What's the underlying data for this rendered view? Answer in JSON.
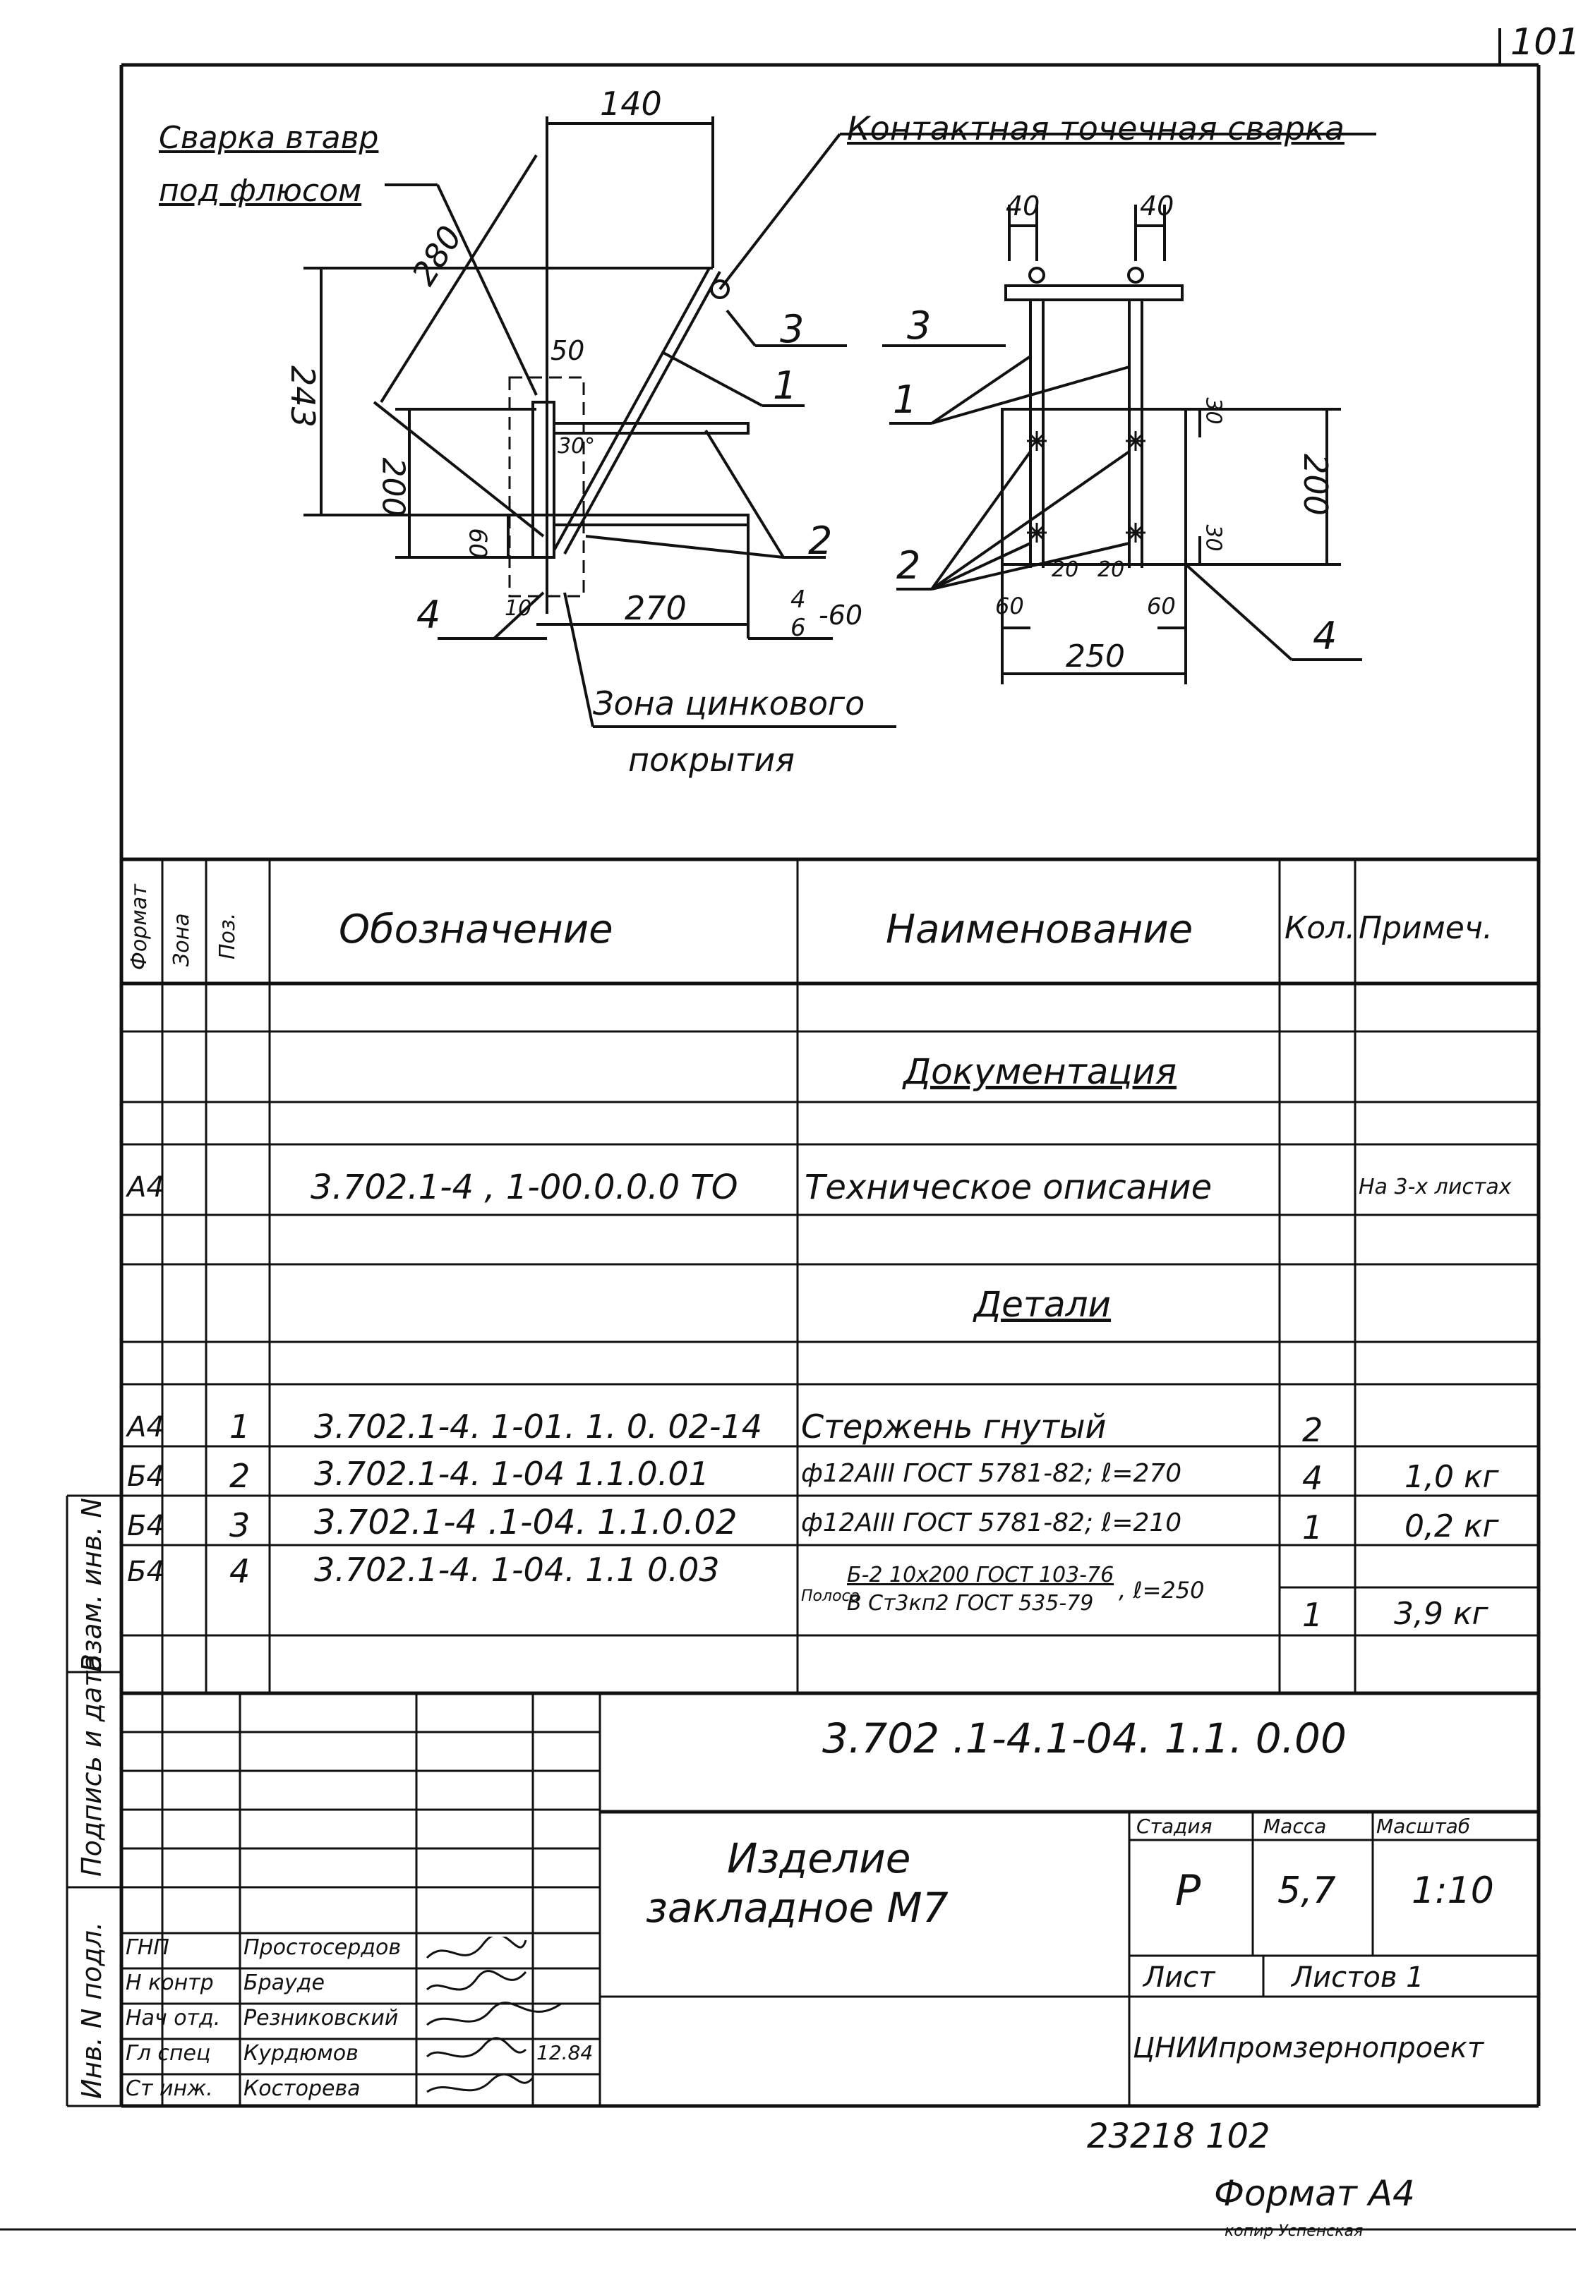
{
  "sheet_corner": "101",
  "drawing": {
    "weld_tee_label_1": "Сварка втавр",
    "weld_tee_label_2": "под флюсом",
    "spot_weld_label": "Контактная точечная сварка",
    "zinc_zone_1": "Зона цинкового",
    "zinc_zone_2": "покрытия",
    "dims": {
      "d140": "140",
      "d280": "280",
      "d243": "243",
      "d200": "200",
      "d50": "50",
      "d30deg": "30°",
      "d60": "60",
      "d10": "10",
      "d270": "270",
      "ref_frac_top": "4",
      "ref_frac_bottom": "6",
      "ref_suffix": "-60",
      "d40a": "40",
      "d40b": "40",
      "d30": "30",
      "d200r": "200",
      "d30b": "30",
      "d20a": "20",
      "d20b": "20",
      "d60a": "60",
      "d60b": "60",
      "d250": "250"
    },
    "pos": {
      "p1": "1",
      "p2": "2",
      "p3": "3",
      "p4": "4",
      "p1r": "1",
      "p2r": "2",
      "p3r": "3",
      "p4r": "4"
    }
  },
  "spec": {
    "headers": {
      "format": "Формат",
      "zone": "Зона",
      "pos": "Поз.",
      "designation": "Обозначение",
      "name": "Наименование",
      "qty": "Кол.",
      "note": "Примеч."
    },
    "section_docs": "Документация",
    "section_parts": "Детали",
    "doc_row": {
      "format": "А4",
      "designation": "3.702.1-4 , 1-00.0.0.0 ТО",
      "name": "Техническое описание",
      "note": "На 3-х листах"
    },
    "rows": [
      {
        "format": "А4",
        "pos": "1",
        "designation": "3.702.1-4. 1-01. 1. 0. 02-14",
        "name": "Стержень гнутый",
        "qty": "2",
        "note": ""
      },
      {
        "format": "Б4",
        "pos": "2",
        "designation": "3.702.1-4. 1-04 1.1.0.01",
        "name": "ф12АIII ГОСТ 5781-82; ℓ=270",
        "qty": "4",
        "note": "1,0 кг"
      },
      {
        "format": "Б4",
        "pos": "3",
        "designation": "3.702.1-4 .1-04. 1.1.0.02",
        "name": "ф12АIII ГОСТ 5781-82; ℓ=210",
        "qty": "1",
        "note": "0,2 кг"
      },
      {
        "format": "Б4",
        "pos": "4",
        "designation": "3.702.1-4. 1-04. 1.1 0.03",
        "name_prefix": "Полоса",
        "name_top": "Б-2 10х200 ГОСТ 103-76",
        "name_bottom": "В Ст3кп2 ГОСТ 535-79",
        "name_suffix": ", ℓ=250",
        "qty": "1",
        "note": "3,9 кг"
      }
    ]
  },
  "title_block": {
    "doc_number": "3.702 .1-4.1-04. 1.1. 0.00",
    "product_line1": "Изделие",
    "product_line2": "закладное М7",
    "stage_label": "Стадия",
    "mass_label": "Масса",
    "scale_label": "Масштаб",
    "stage": "Р",
    "mass": "5,7",
    "scale": "1:10",
    "sheet_label": "Лист",
    "sheets_label": "Листов 1",
    "org": "ЦНИИпромзернопроект",
    "people": [
      {
        "role": "ГНП",
        "name": "Простосердов"
      },
      {
        "role": "Н контр",
        "name": "Брауде"
      },
      {
        "role": "Нач отд.",
        "name": "Резниковский"
      },
      {
        "role": "Гл спец",
        "name": "Курдюмов"
      },
      {
        "role": "Ст инж.",
        "name": "Косторева"
      }
    ],
    "date": "12.84"
  },
  "side_stamps": {
    "inv_orig": "Инв. N подл.",
    "sign_date": "Подпись и дата",
    "replace_inv": "Взам. инв. N"
  },
  "footer": {
    "archive_number": "23218 102",
    "format": "Формат А4",
    "copied": "копир Успенская"
  }
}
